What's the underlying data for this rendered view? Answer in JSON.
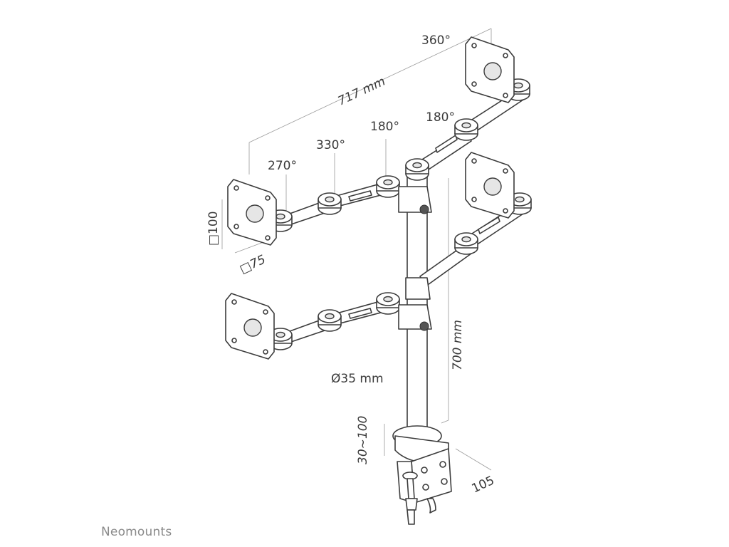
{
  "diagram": {
    "labels": {
      "angle_top": "360°",
      "width_total": "717 mm",
      "angle_right": "180°",
      "angle_mid": "180°",
      "angle_330": "330°",
      "angle_270": "270°",
      "vesa_100": "□100",
      "vesa_75": "□75",
      "pole_height": "700 mm",
      "pole_diameter": "Ø35 mm",
      "desk_thickness": "30~100",
      "clamp_depth": "105"
    },
    "brand": "Neomounts",
    "colors": {
      "line": "#3c3c3c",
      "text": "#3a3a3a",
      "brand": "#8a8a8a"
    }
  }
}
